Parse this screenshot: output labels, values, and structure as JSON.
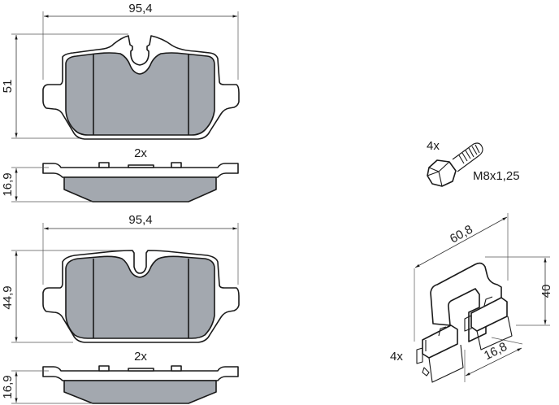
{
  "drawing": {
    "colors": {
      "line": "#1a1a1a",
      "friction_material": "#a3a8af",
      "background": "#ffffff"
    },
    "pad_top": {
      "width_label": "95,4",
      "height_label": "51",
      "quantity_label": "2x",
      "thickness_label": "16,9"
    },
    "pad_bottom": {
      "width_label": "95,4",
      "height_label": "44,9",
      "quantity_label": "2x",
      "thickness_label": "16,9"
    },
    "bolt": {
      "quantity_label": "4x",
      "thread_label": "M8x1,25"
    },
    "clip": {
      "quantity_label": "4x",
      "length_label": "60,8",
      "height_label": "40",
      "width_label": "16,8"
    }
  }
}
